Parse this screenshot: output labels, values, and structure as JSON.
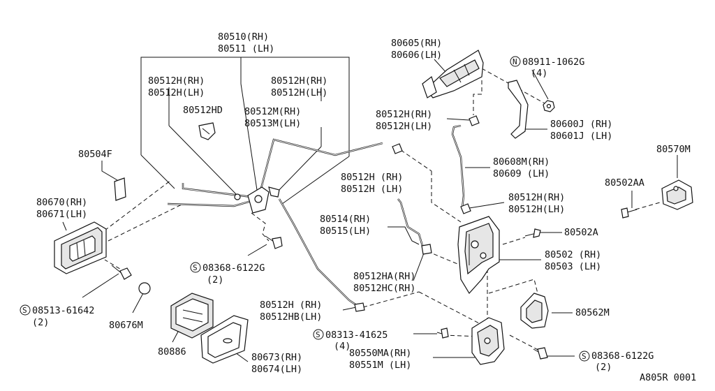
{
  "diagram_id": "A805R 0001",
  "labels": {
    "rod_top": [
      "80510(RH)",
      "80511 (LH)"
    ],
    "rod_left_clip": [
      "80512H(RH)",
      "80512H(LH)"
    ],
    "rod_right_clip": [
      "80512H(RH)",
      "80512H(LH)"
    ],
    "clip_hd": "80512HD",
    "rod_mid": [
      "80512M(RH)",
      "80513M(LH)"
    ],
    "pad": "80504F",
    "inner_handle": [
      "80670(RH)",
      "80671(LH)"
    ],
    "screw_left": [
      "08513-61642",
      "(2)"
    ],
    "grommet": "80676M",
    "escutcheon": "80886",
    "bezel": [
      "80673(RH)",
      "80674(LH)"
    ],
    "bolt_mid": [
      "08368-6122G",
      "(2)"
    ],
    "outer_handle": [
      "80605(RH)",
      "80606(LH)"
    ],
    "nut": [
      "08911-1062G",
      "(4)"
    ],
    "bracket": [
      "80600J (RH)",
      "80601J (LH)"
    ],
    "handle_clip": [
      "80512H(RH)",
      "80512H(LH)"
    ],
    "rod_outer": [
      "80608M(RH)",
      "80609  (LH)"
    ],
    "clip_center": [
      "80512H (RH)",
      "80512H (LH)"
    ],
    "clip_right": [
      "80512H(RH)",
      "80512H(LH)"
    ],
    "rod_lock": [
      "80514(RH)",
      "80515(LH)"
    ],
    "clip_ha": [
      "80512HA(RH)",
      "80512HC(RH)"
    ],
    "clip_hb": [
      "80512H  (RH)",
      "80512HB(LH)"
    ],
    "screw_lock": [
      "08313-41625",
      "(4)"
    ],
    "actuator": [
      "80550MA(RH)",
      "80551M  (LH)"
    ],
    "striker": "80570M",
    "striker_bolt": "80502AA",
    "lock_screw": "80502A",
    "lock": [
      "80502 (RH)",
      "80503 (LH)"
    ],
    "cover": "80562M",
    "bolt_bottom": [
      "08368-6122G",
      "(2)"
    ]
  },
  "symbols": {
    "screw_standard": "S",
    "nut_standard": "N"
  },
  "icons": [
    "door-lock-icon",
    "outside-handle-icon",
    "inside-handle-icon",
    "striker-icon",
    "lock-actuator-icon",
    "bracket-icon",
    "bolt-icon",
    "nut-icon",
    "clip-icon",
    "rod-icon"
  ]
}
